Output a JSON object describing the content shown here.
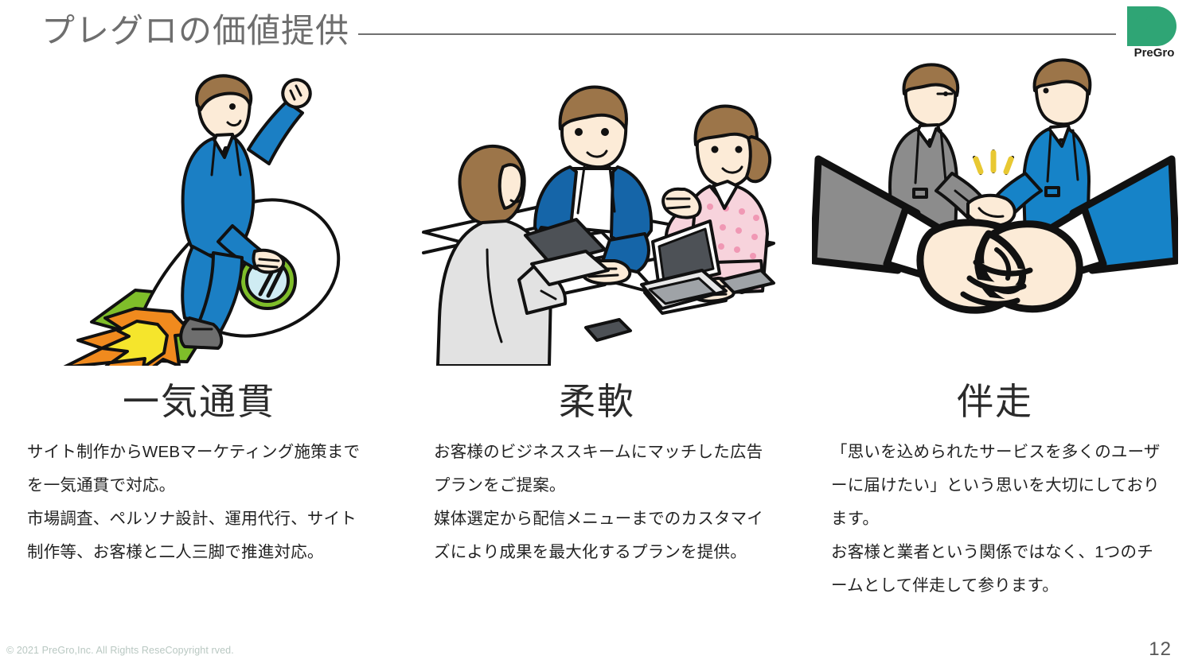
{
  "header": {
    "title": "プレグロの価値提供",
    "rule_color": "#707070"
  },
  "logo": {
    "wordmark": "PreGro",
    "mark_color": "#2FA575",
    "icon": "pregro-p-logo"
  },
  "columns": [
    {
      "illustration": "businessman-riding-rocket-illustration",
      "heading": "一気通貫",
      "body": "サイト制作からWEBマーケティング施策までを一気通貫で対応。\n市場調査、ペルソナ設計、運用代行、サイト制作等、お客様と二人三脚で推進対応。"
    },
    {
      "illustration": "business-meeting-with-laptops-illustration",
      "heading": "柔軟",
      "body": "お客様のビジネススキームにマッチした広告プランをご提案。\n媒体選定から配信メニューまでのカスタマイズにより成果を最大化するプランを提供。"
    },
    {
      "illustration": "handshake-partnership-illustration",
      "heading": "伴走",
      "body": "「思いを込められたサービスを多くのユーザーに届けたい」という思いを大切にしております。\nお客様と業者という関係ではなく、1つのチームとして伴走して参ります。"
    }
  ],
  "footer": {
    "copyright": "© 2021 PreGro,Inc. All Rights ReseCopyright rved.",
    "page_number": "12"
  },
  "palette": {
    "suit_blue": "#1B7FC4",
    "logo_green": "#2FA575",
    "rocket_green": "#7FBE2A",
    "flame_orange": "#F08A1E",
    "flame_yellow": "#F5E52C",
    "skin": "#FCEBD7",
    "hair_brown": "#9C7549",
    "gray_suit": "#8C8C8C",
    "blouse_pink": "#F3B9C8",
    "title_gray": "#6E6E6E",
    "body_text": "#222222"
  }
}
